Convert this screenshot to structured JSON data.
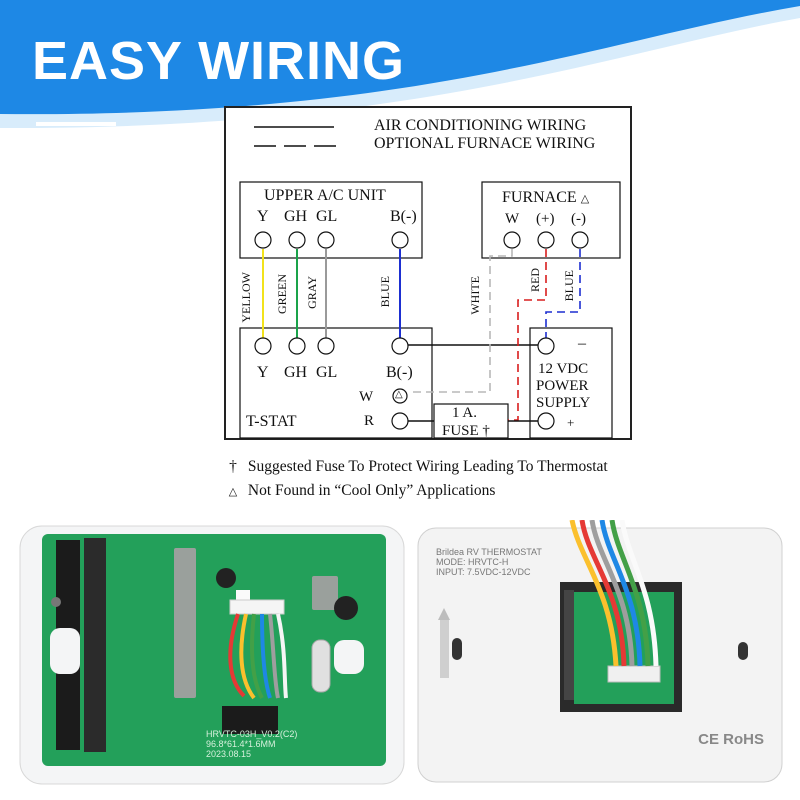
{
  "title": "EASY WIRING",
  "colors": {
    "banner_blue": "#1e88e5",
    "banner_light": "#d8ecfb",
    "pcb_green": "#23a05a"
  },
  "legend": {
    "solid_label": "AIR CONDITIONING WIRING",
    "dashed_label": "OPTIONAL FURNACE WIRING"
  },
  "upper_ac": {
    "title": "UPPER A/C UNIT",
    "terminals": [
      "Y",
      "GH",
      "GL",
      "B(-)"
    ]
  },
  "furnace": {
    "title": "FURNACE",
    "title_symbol": "△",
    "terminals": [
      "W",
      "(+)",
      "(-)"
    ]
  },
  "wires": {
    "yellow": "YELLOW",
    "green": "GREEN",
    "gray": "GRAY",
    "blue": "BLUE",
    "white": "WHITE",
    "red": "RED",
    "blue2": "BLUE"
  },
  "tstat": {
    "label": "T-STAT",
    "terminals_top": [
      "Y",
      "GH",
      "GL",
      "B(-)"
    ],
    "w": "W",
    "r": "R",
    "w_symbol": "△"
  },
  "fuse": {
    "line1": "1 A.",
    "line2": "FUSE †"
  },
  "power_supply": {
    "minus": "–",
    "line1": "12 VDC",
    "line2": "POWER",
    "line3": "SUPPLY",
    "plus": "+"
  },
  "notes": [
    {
      "symbol": "†",
      "text": "Suggested Fuse To Protect Wiring Leading To Thermostat"
    },
    {
      "symbol": "△",
      "text": "Not Found in “Cool Only” Applications"
    }
  ],
  "pcb": {
    "model": "HRVTC-03H_V0.2(C2)",
    "dims": "96.8*61.4*1.6MM",
    "date": "2023.08.15"
  },
  "plate": {
    "brand": "Brildea RV THERMOSTAT",
    "model": "MODE: HRVTC-H",
    "input": "INPUT: 7.5VDC-12VDC",
    "cert": "CE RoHS"
  }
}
